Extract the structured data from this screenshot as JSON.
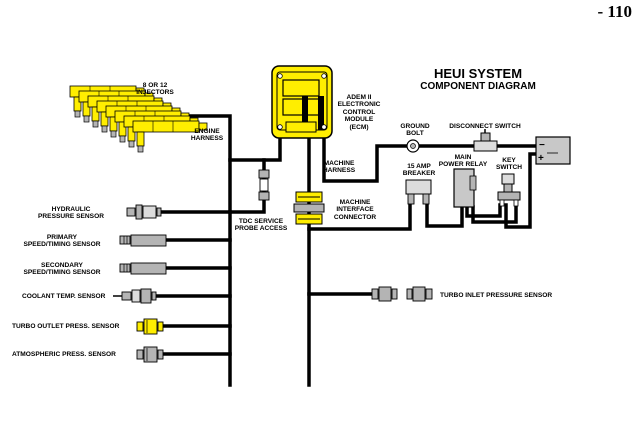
{
  "page_number": "- 110",
  "title": "HEUI SYSTEM",
  "subtitle": "COMPONENT DIAGRAM",
  "labels": {
    "injectors": "8 OR 12\nINJECTORS",
    "engine_harness": "ENGINE\nHARNESS",
    "ecm": "ADEM II\nELECTRONIC\nCONTROL\nMODULE\n(ECM)",
    "machine_harness": "MACHINE\nHARNESS",
    "ground_bolt": "GROUND\nBOLT",
    "disconnect_switch": "DISCONNECT SWITCH",
    "breaker": "15 AMP\nBREAKER",
    "main_power_relay": "MAIN\nPOWER  RELAY",
    "key_switch": "KEY\nSWITCH",
    "machine_interface_connector": "MACHINE\nINTERFACE\nCONNECTOR",
    "tdc_probe": "TDC SERVICE\nPROBE ACCESS",
    "hydraulic_sensor": "HYDRAULIC\nPRESSURE SENSOR",
    "primary_sensor": "PRIMARY\nSPEED/TIMING SENSOR",
    "secondary_sensor": "SECONDARY\nSPEED/TIMING SENSOR",
    "coolant_sensor": "COOLANT TEMP. SENSOR",
    "turbo_outlet_sensor": "TURBO OUTLET PRESS. SENSOR",
    "atmospheric_sensor": "ATMOSPHERIC PRESS. SENSOR",
    "turbo_inlet_sensor": "TURBO INLET PRESSURE SENSOR"
  },
  "colors": {
    "wire": "#000000",
    "component_yellow": "#ffee00",
    "component_gray": "#b4b4b4",
    "battery_gray": "#c8c8c8"
  }
}
